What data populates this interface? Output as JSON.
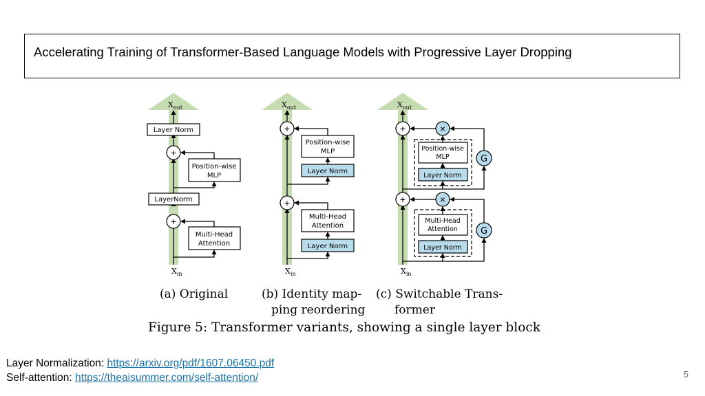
{
  "slide": {
    "title": "Accelerating Training of Transformer-Based Language Models with Progressive Layer Dropping",
    "page_number": "5"
  },
  "figure": {
    "x_out": "X",
    "x_out_sub": "out",
    "x_in": "X",
    "x_in_sub": "in",
    "plus": "+",
    "times": "×",
    "gate": "G",
    "panel_a": {
      "layer_norm_top": "Layer Norm",
      "layernorm_mid": "LayerNorm",
      "mlp_line1": "Position-wise",
      "mlp_line2": "MLP",
      "attn_line1": "Multi-Head",
      "attn_line2": "Attention",
      "caption": "(a) Original"
    },
    "panel_b": {
      "mlp_line1": "Position-wise",
      "mlp_line2": "MLP",
      "ln_upper": "Layer Norm",
      "attn_line1": "Multi-Head",
      "attn_line2": "Attention",
      "ln_lower": "Layer Norm",
      "caption_line1": "(b) Identity map-",
      "caption_line2": "ping reordering"
    },
    "panel_c": {
      "mlp_line1": "Position-wise",
      "mlp_line2": "MLP",
      "ln_upper": "Layer Norm",
      "attn_line1": "Multi-Head",
      "attn_line2": "Attention",
      "ln_lower": "Layer Norm",
      "caption_line1": "(c) Switchable Trans-",
      "caption_line2": "former"
    },
    "caption": "Figure 5: Transformer variants, showing a single layer block."
  },
  "references": {
    "ln_label": "Layer Normalization: ",
    "ln_url": "https://arxiv.org/pdf/1607.06450.pdf",
    "sa_label": "Self-attention: ",
    "sa_url": "https://theaisummer.com/self-attention/"
  },
  "colors": {
    "green_arrow": "#c5dcb0",
    "blue_box": "#b8dcec",
    "link": "#1a73a8"
  }
}
